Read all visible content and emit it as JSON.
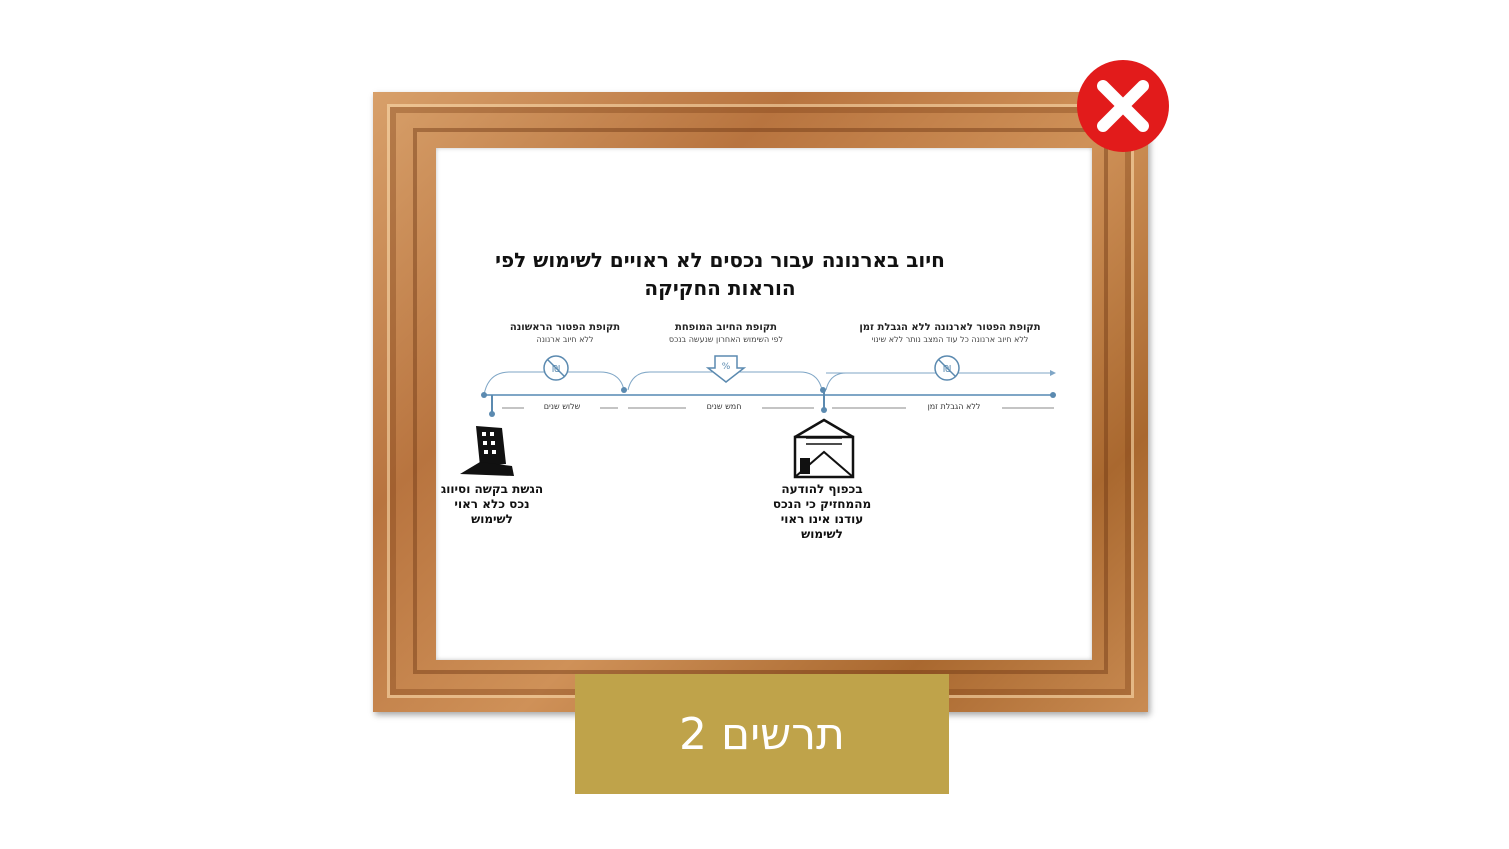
{
  "diagram": {
    "title": "חיוב בארנונה עבור נכסים לא ראויים לשימוש לפי הוראות החקיקה",
    "segments": [
      {
        "title": "תקופת הפטור הראשונה",
        "subtitle": "ללא חיוב ארנונה",
        "duration": "שלוש שנים"
      },
      {
        "title": "תקופת החיוב המופחת",
        "subtitle": "לפי השימוש האחרון שנעשה בנכס",
        "duration": "חמש שנים"
      },
      {
        "title": "תקופת הפטור לארנונה ללא הגבלת זמן",
        "subtitle": "ללא חיוב ארנונה כל עוד המצב נותר ללא שינוי",
        "duration": "ללא הגבלת זמן"
      }
    ],
    "captions": {
      "start": "הגשת בקשה וסיווג נכס כלא ראוי לשימוש",
      "notice": "בכפוף להודעה מהמחזיק כי הנכס עודנו אינו ראוי לשימוש"
    }
  },
  "label": "תרשים 2",
  "colors": {
    "frame": "#b8743f",
    "x_button": "#e21b1b",
    "label_bg": "#bfa34a",
    "timeline": "#7fa6c6"
  }
}
